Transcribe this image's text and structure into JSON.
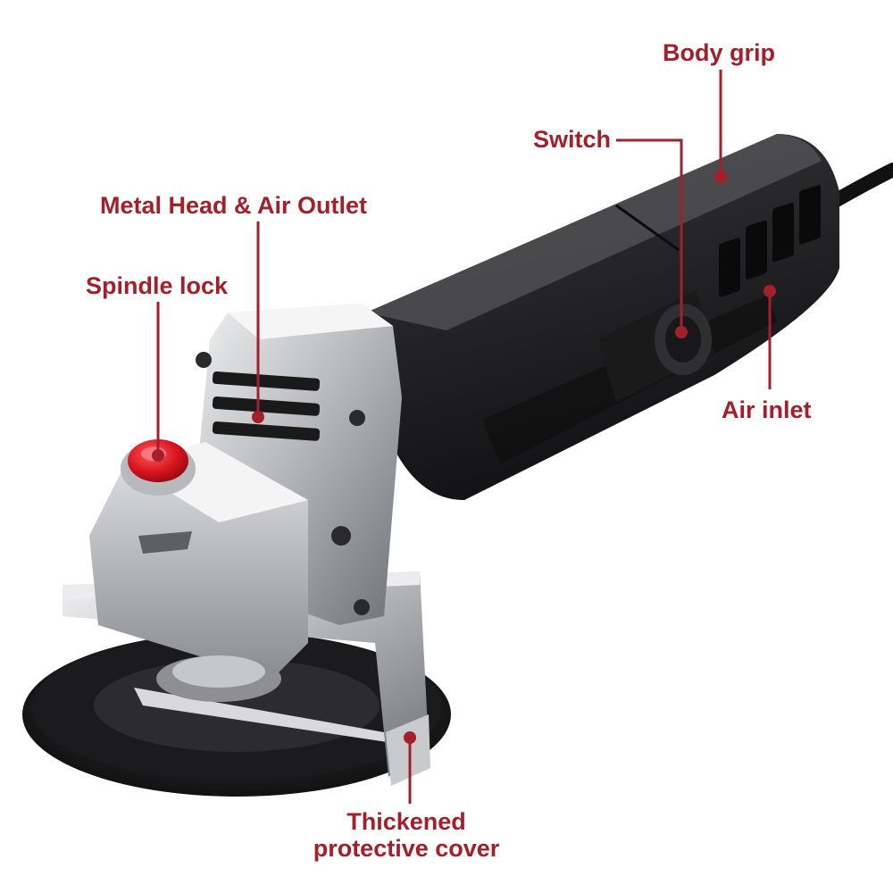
{
  "colors": {
    "label": "#a3202a",
    "accent_red": "#d8141d",
    "body_black": "#1f1f21",
    "metal": "#b9bbbe",
    "background": "#ffffff"
  },
  "labels": {
    "body_grip": "Body grip",
    "switch": "Switch",
    "metal_head": "Metal Head & Air Outlet",
    "spindle_lock": "Spindle lock",
    "air_inlet": "Air inlet",
    "cover_line1": "Thickened",
    "cover_line2": "protective cover"
  },
  "icons": {
    "product": "angle-grinder-icon",
    "marker": "callout-dot-icon"
  }
}
